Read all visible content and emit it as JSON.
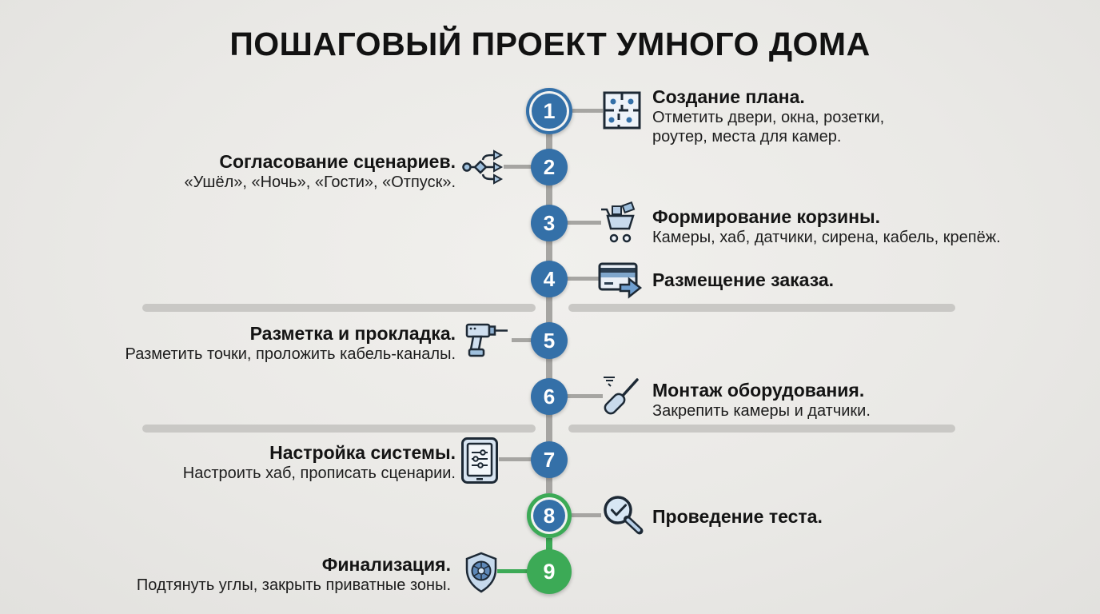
{
  "title": "ПОШАГОВЫЙ ПРОЕКТ УМНОГО ДОМА",
  "colors": {
    "background": "#eae9e6",
    "accent_blue": "#3470a8",
    "accent_green": "#3caa56",
    "timeline_gray": "#a6a5a2",
    "divider_gray": "#c9c8c5",
    "icon_stroke": "#1d2935",
    "icon_fill_light": "#d7e4f1"
  },
  "steps": [
    {
      "number": "1",
      "side": "right",
      "title": "Создание плана.",
      "desc1": "Отметить двери, окна, розетки,",
      "desc2": "роутер, места для камер.",
      "icon": "floor-plan-icon"
    },
    {
      "number": "2",
      "side": "left",
      "title": "Согласование сценариев.",
      "desc": "«Ушёл», «Ночь», «Гости», «Отпуск».",
      "icon": "scenario-branch-icon"
    },
    {
      "number": "3",
      "side": "right",
      "title": "Формирование корзины.",
      "desc": "Камеры, хаб, датчики, сирена, кабель, крепёж.",
      "icon": "shopping-cart-icon"
    },
    {
      "number": "4",
      "side": "right",
      "title": "Размещение заказа.",
      "desc": "",
      "icon": "credit-card-arrow-icon"
    },
    {
      "number": "5",
      "side": "left",
      "title": "Разметка и прокладка.",
      "desc": "Разметить точки, проложить кабель-каналы.",
      "icon": "drill-icon"
    },
    {
      "number": "6",
      "side": "right",
      "title": "Монтаж оборудования.",
      "desc": "Закрепить камеры и датчики.",
      "icon": "screwdriver-icon"
    },
    {
      "number": "7",
      "side": "left",
      "title": "Настройка системы.",
      "desc": "Настроить хаб, прописать сценарии.",
      "icon": "tablet-sliders-icon"
    },
    {
      "number": "8",
      "side": "right",
      "title": "Проведение теста.",
      "desc": "",
      "icon": "magnifier-check-icon"
    },
    {
      "number": "9",
      "side": "left",
      "title": "Финализация.",
      "desc": "Подтянуть углы, закрыть приватные зоны.",
      "icon": "shield-camera-icon"
    }
  ]
}
